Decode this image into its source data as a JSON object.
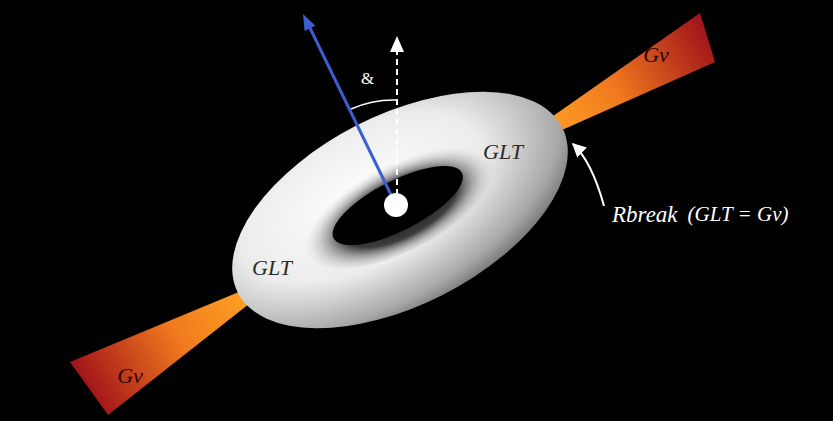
{
  "diagram": {
    "nodes": [
      {
        "text": [
          "Gν"
        ]
      },
      {
        "text": [
          "GLT",
          "GLT"
        ]
      },
      {
        "text": [
          "Gν"
        ]
      }
    ],
    "labels": [
      "&",
      "Rbreak",
      "(GLT = Gν)"
    ]
  }
}
